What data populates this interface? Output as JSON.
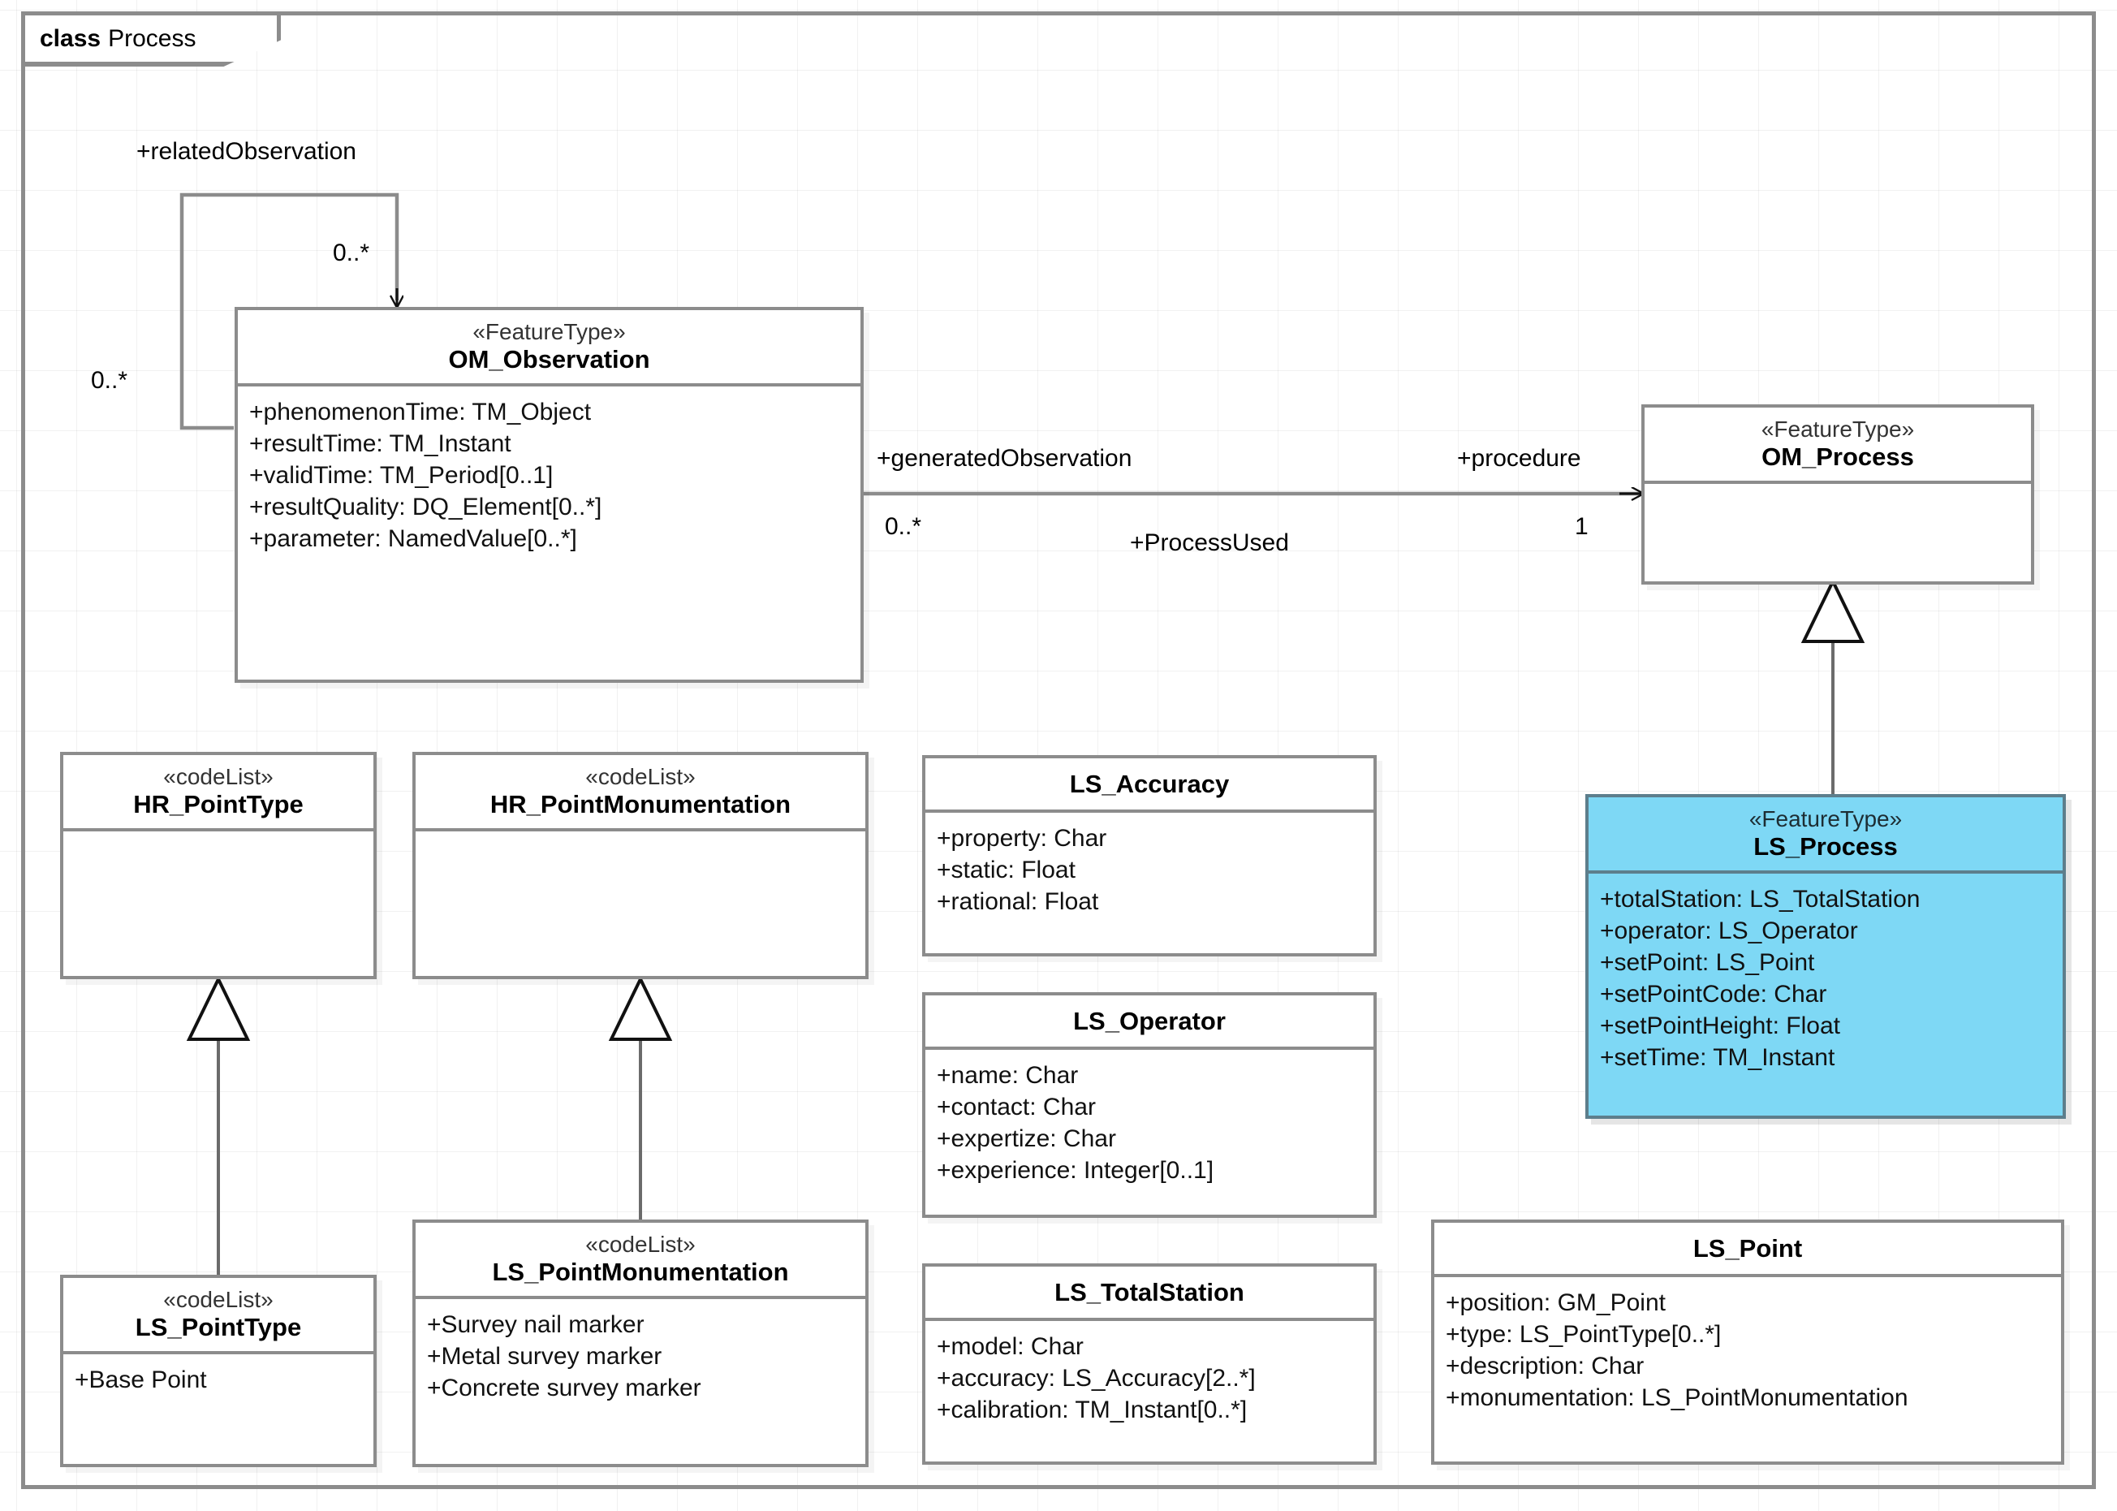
{
  "diagram": {
    "frame_keyword": "class",
    "frame_title": "Process",
    "type": "uml-class-diagram"
  },
  "classes": {
    "om_observation": {
      "stereotype": "«FeatureType»",
      "name": "OM_Observation",
      "attributes": [
        "+phenomenonTime: TM_Object",
        "+resultTime: TM_Instant",
        "+validTime: TM_Period[0..1]",
        "+resultQuality: DQ_Element[0..*]",
        "+parameter: NamedValue[0..*]"
      ]
    },
    "om_process": {
      "stereotype": "«FeatureType»",
      "name": "OM_Process",
      "attributes": []
    },
    "ls_process": {
      "stereotype": "«FeatureType»",
      "name": "LS_Process",
      "highlight_color": "#7ed8f5",
      "attributes": [
        "+totalStation: LS_TotalStation",
        "+operator: LS_Operator",
        "+setPoint: LS_Point",
        "+setPointCode: Char",
        "+setPointHeight: Float",
        "+setTime: TM_Instant"
      ]
    },
    "hr_pointtype": {
      "stereotype": "«codeList»",
      "name": "HR_PointType",
      "attributes": []
    },
    "hr_pointmonumentation": {
      "stereotype": "«codeList»",
      "name": "HR_PointMonumentation",
      "attributes": []
    },
    "ls_pointtype": {
      "stereotype": "«codeList»",
      "name": "LS_PointType",
      "attributes": [
        "+Base Point"
      ]
    },
    "ls_pointmonumentation": {
      "stereotype": "«codeList»",
      "name": "LS_PointMonumentation",
      "attributes": [
        "+Survey nail marker",
        "+Metal survey marker",
        "+Concrete survey marker"
      ]
    },
    "ls_accuracy": {
      "stereotype": "",
      "name": "LS_Accuracy",
      "attributes": [
        "+property: Char",
        "+static: Float",
        "+rational: Float"
      ]
    },
    "ls_operator": {
      "stereotype": "",
      "name": "LS_Operator",
      "attributes": [
        "+name: Char",
        "+contact: Char",
        "+expertize: Char",
        "+experience: Integer[0..1]"
      ]
    },
    "ls_totalstation": {
      "stereotype": "",
      "name": "LS_TotalStation",
      "attributes": [
        "+model: Char",
        "+accuracy: LS_Accuracy[2..*]",
        "+calibration: TM_Instant[0..*]"
      ]
    },
    "ls_point": {
      "stereotype": "",
      "name": "LS_Point",
      "attributes": [
        "+position: GM_Point",
        "+type: LS_PointType[0..*]",
        "+description: Char",
        "+monumentation: LS_PointMonumentation"
      ]
    }
  },
  "connector_labels": {
    "related_observation_role": "+relatedObservation",
    "related_observation_target_mult": "0..*",
    "related_observation_source_mult": "0..*",
    "generated_observation_role": "+generatedObservation",
    "generated_observation_mult": "0..*",
    "process_used_name": "+ProcessUsed",
    "procedure_role": "+procedure",
    "procedure_mult": "1"
  }
}
